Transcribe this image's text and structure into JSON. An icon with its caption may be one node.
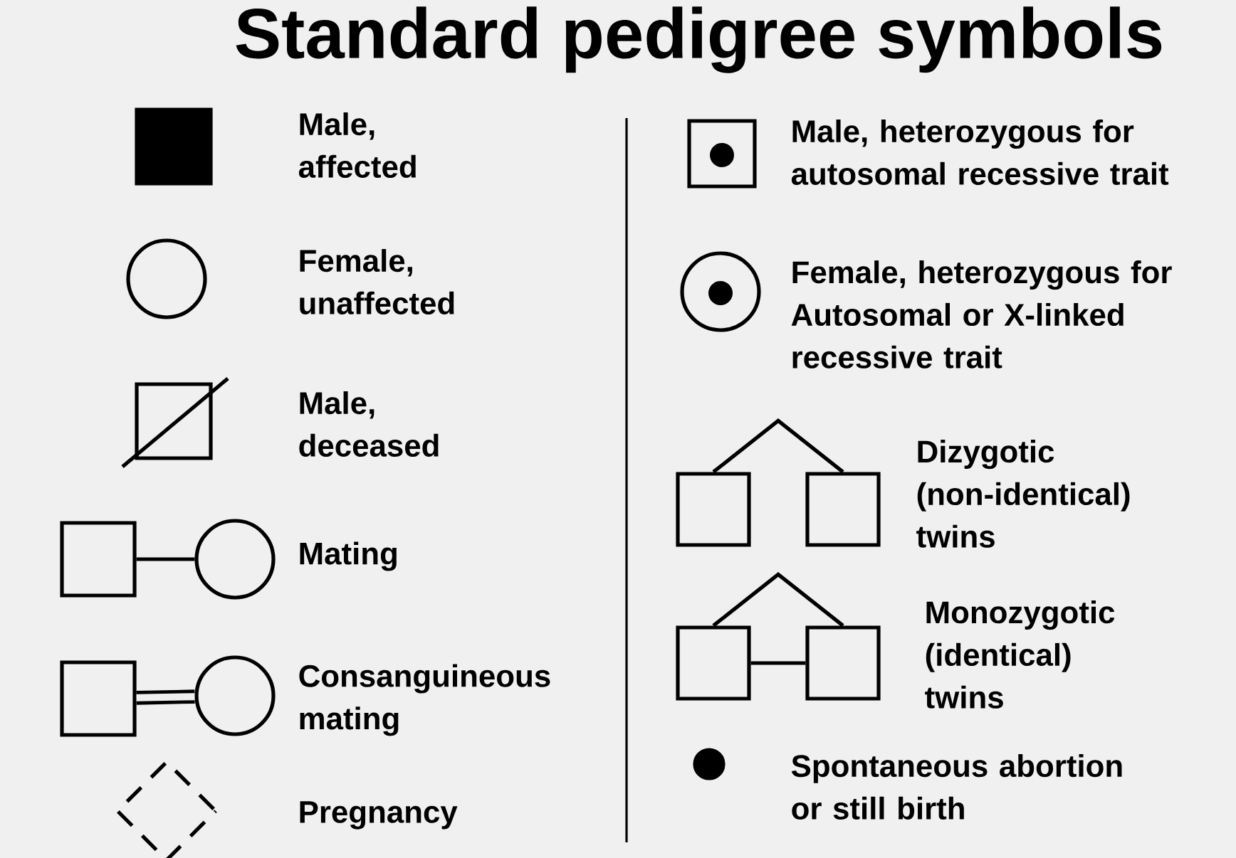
{
  "diagram": {
    "title": "Standard pedigree symbols",
    "nodes": [
      {
        "text": [],
        "shape": "box",
        "beside": [
          "Male, affected"
        ]
      },
      {
        "text": [],
        "shape": "circle",
        "beside": [
          "Female, unaffected"
        ]
      },
      {
        "text": [],
        "shape": "box",
        "beside": [
          "Male, deceased"
        ]
      },
      {
        "text": [],
        "shape": "box"
      },
      {
        "text": [],
        "shape": "circle",
        "beside": [
          "Mating"
        ]
      },
      {
        "text": [],
        "shape": "box"
      },
      {
        "text": [],
        "shape": "circle",
        "beside": [
          "Consanguineous mating"
        ]
      },
      {
        "text": [],
        "shape": "diamond",
        "beside": [
          "Pregnancy"
        ]
      },
      {
        "text": [],
        "shape": "box",
        "beside": [
          "Male, heterozygous for autosomal recessive trait"
        ]
      },
      {
        "text": [],
        "shape": "circle",
        "beside": [
          "Female, heterozygous for Autosomal or X-linked recessive trait"
        ]
      },
      {
        "text": [],
        "shape": "box"
      },
      {
        "text": [],
        "shape": "box",
        "beside": [
          "Dizygotic (non-identical) twins"
        ]
      },
      {
        "text": [],
        "shape": "box"
      },
      {
        "text": [],
        "shape": "box",
        "beside": [
          "Monozygotic (identical) twins"
        ]
      },
      {
        "text": [],
        "shape": "circle",
        "beside": [
          "Spontaneous abortion or still birth"
        ]
      }
    ],
    "edges": [
      {
        "from": 3,
        "to": 4,
        "arrow": "none"
      },
      {
        "from": 5,
        "to": 6,
        "arrow": "none",
        "style": "thick"
      },
      {
        "from": 10,
        "to": 11,
        "arrow": "none"
      },
      {
        "from": 12,
        "to": 13,
        "arrow": "none"
      },
      {
        "from": 12,
        "to": 13,
        "arrow": "none"
      }
    ]
  }
}
